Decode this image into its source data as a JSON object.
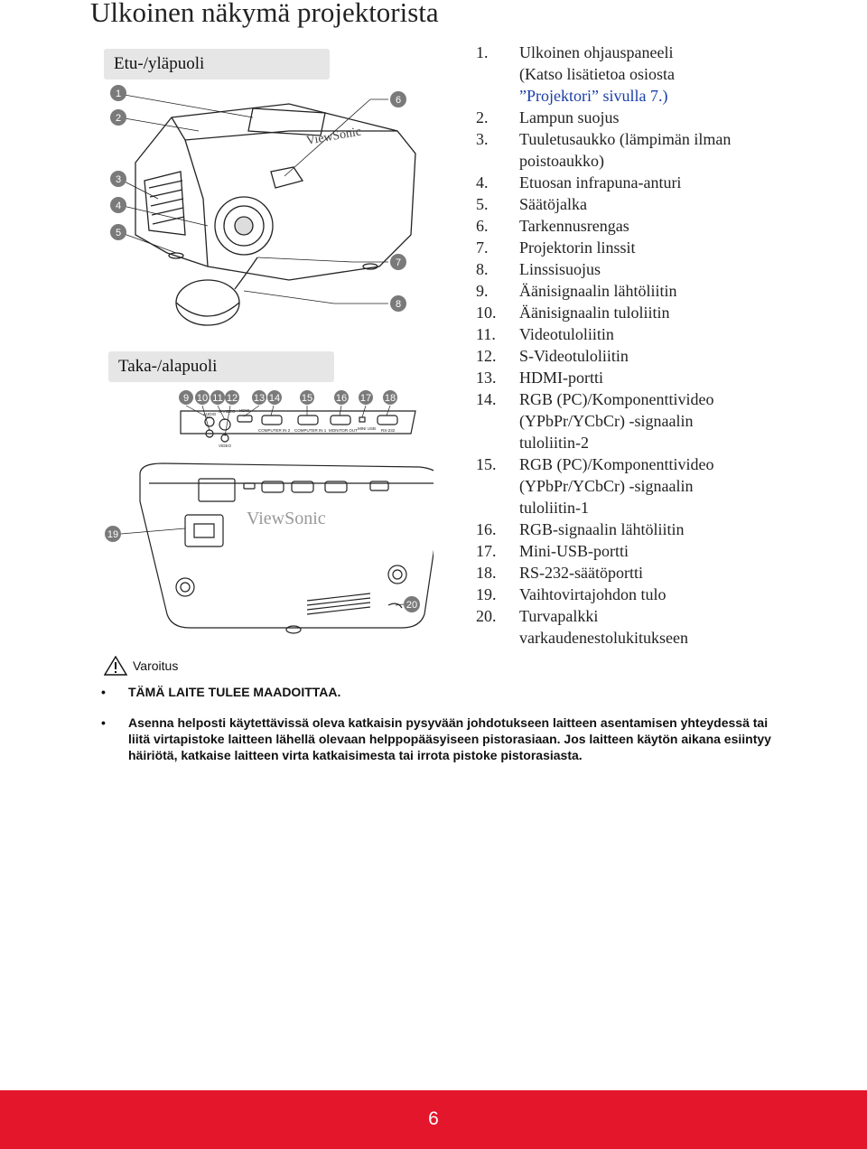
{
  "page": {
    "title": "Ulkoinen näkymä projektorista",
    "page_number": "6"
  },
  "sections": {
    "front_label": "Etu-/yläpuoli",
    "rear_label": "Taka-/alapuoli"
  },
  "front_callouts": [
    "1",
    "2",
    "3",
    "4",
    "5",
    "6",
    "7",
    "8"
  ],
  "rear_callouts": [
    "9",
    "10",
    "11",
    "12",
    "13",
    "14",
    "15",
    "16",
    "17",
    "18",
    "19",
    "20"
  ],
  "diagram_text": {
    "brand_logo": "ViewSonic",
    "ports": {
      "audio": "AUDIO",
      "svideo": "S-VIDEO",
      "video": "VIDEO",
      "hdmi": "HDMI",
      "computer_in_2": "COMPUTER IN 2",
      "computer_in_1": "COMPUTER IN 1",
      "monitor_out": "MONITOR OUT",
      "mini_usb": "MINI USB",
      "rs232": "RS-232"
    }
  },
  "legend": [
    {
      "num": "1.",
      "text": "Ulkoinen ohjauspaneeli"
    },
    {
      "num": "",
      "text": "(Katso lisätietoa osiosta"
    },
    {
      "num": "",
      "text": "”Projektori” sivulla 7.)",
      "link": true
    },
    {
      "num": "2.",
      "text": "Lampun suojus"
    },
    {
      "num": "3.",
      "text": "Tuuletusaukko (lämpimän ilman"
    },
    {
      "num": "",
      "text": "poistoaukko)"
    },
    {
      "num": "4.",
      "text": "Etuosan infrapuna-anturi"
    },
    {
      "num": "5.",
      "text": "Säätöjalka"
    },
    {
      "num": "6.",
      "text": "Tarkennusrengas"
    },
    {
      "num": "7.",
      "text": "Projektorin linssit"
    },
    {
      "num": "8.",
      "text": "Linssisuojus"
    },
    {
      "num": "9.",
      "text": "Äänisignaalin lähtöliitin"
    },
    {
      "num": "10.",
      "text": "Äänisignaalin tuloliitin"
    },
    {
      "num": "11.",
      "text": "Videotuloliitin"
    },
    {
      "num": "12.",
      "text": "S-Videotuloliitin"
    },
    {
      "num": "13.",
      "text": "HDMI-portti"
    },
    {
      "num": "14.",
      "text": "RGB (PC)/Komponenttivideo"
    },
    {
      "num": "",
      "text": "(YPbPr/YCbCr) -signaalin"
    },
    {
      "num": "",
      "text": "tuloliitin-2"
    },
    {
      "num": "15.",
      "text": "RGB (PC)/Komponenttivideo"
    },
    {
      "num": "",
      "text": "(YPbPr/YCbCr) -signaalin"
    },
    {
      "num": "",
      "text": "tuloliitin-1"
    },
    {
      "num": "16.",
      "text": "RGB-signaalin lähtöliitin"
    },
    {
      "num": "17.",
      "text": "Mini-USB-portti"
    },
    {
      "num": "18.",
      "text": "RS-232-säätöportti"
    },
    {
      "num": "19.",
      "text": "Vaihtovirtajohdon tulo"
    },
    {
      "num": "20.",
      "text": "Turvapalkki"
    },
    {
      "num": "",
      "text": "varkaudenestolukitukseen"
    }
  ],
  "warning": {
    "label": "Varoitus",
    "bullet_symbol": "•",
    "bullet1": "TÄMÄ LAITE TULEE MAADOITTAA.",
    "bullet2": "Asenna helposti käytettävissä oleva katkaisin pysyvään johdotukseen laitteen asentamisen yhteydessä tai liitä virtapistoke laitteen lähellä olevaan helppopääsyiseen pistorasiaan. Jos laitteen käytön aikana esiintyy häiriötä, katkaise laitteen virta katkaisimesta tai irrota pistoke pistorasiasta."
  },
  "colors": {
    "footer": "#e3162b",
    "section_bg": "#e6e6e6",
    "callout": "#7a7a7a",
    "link": "#1a3ea8"
  }
}
